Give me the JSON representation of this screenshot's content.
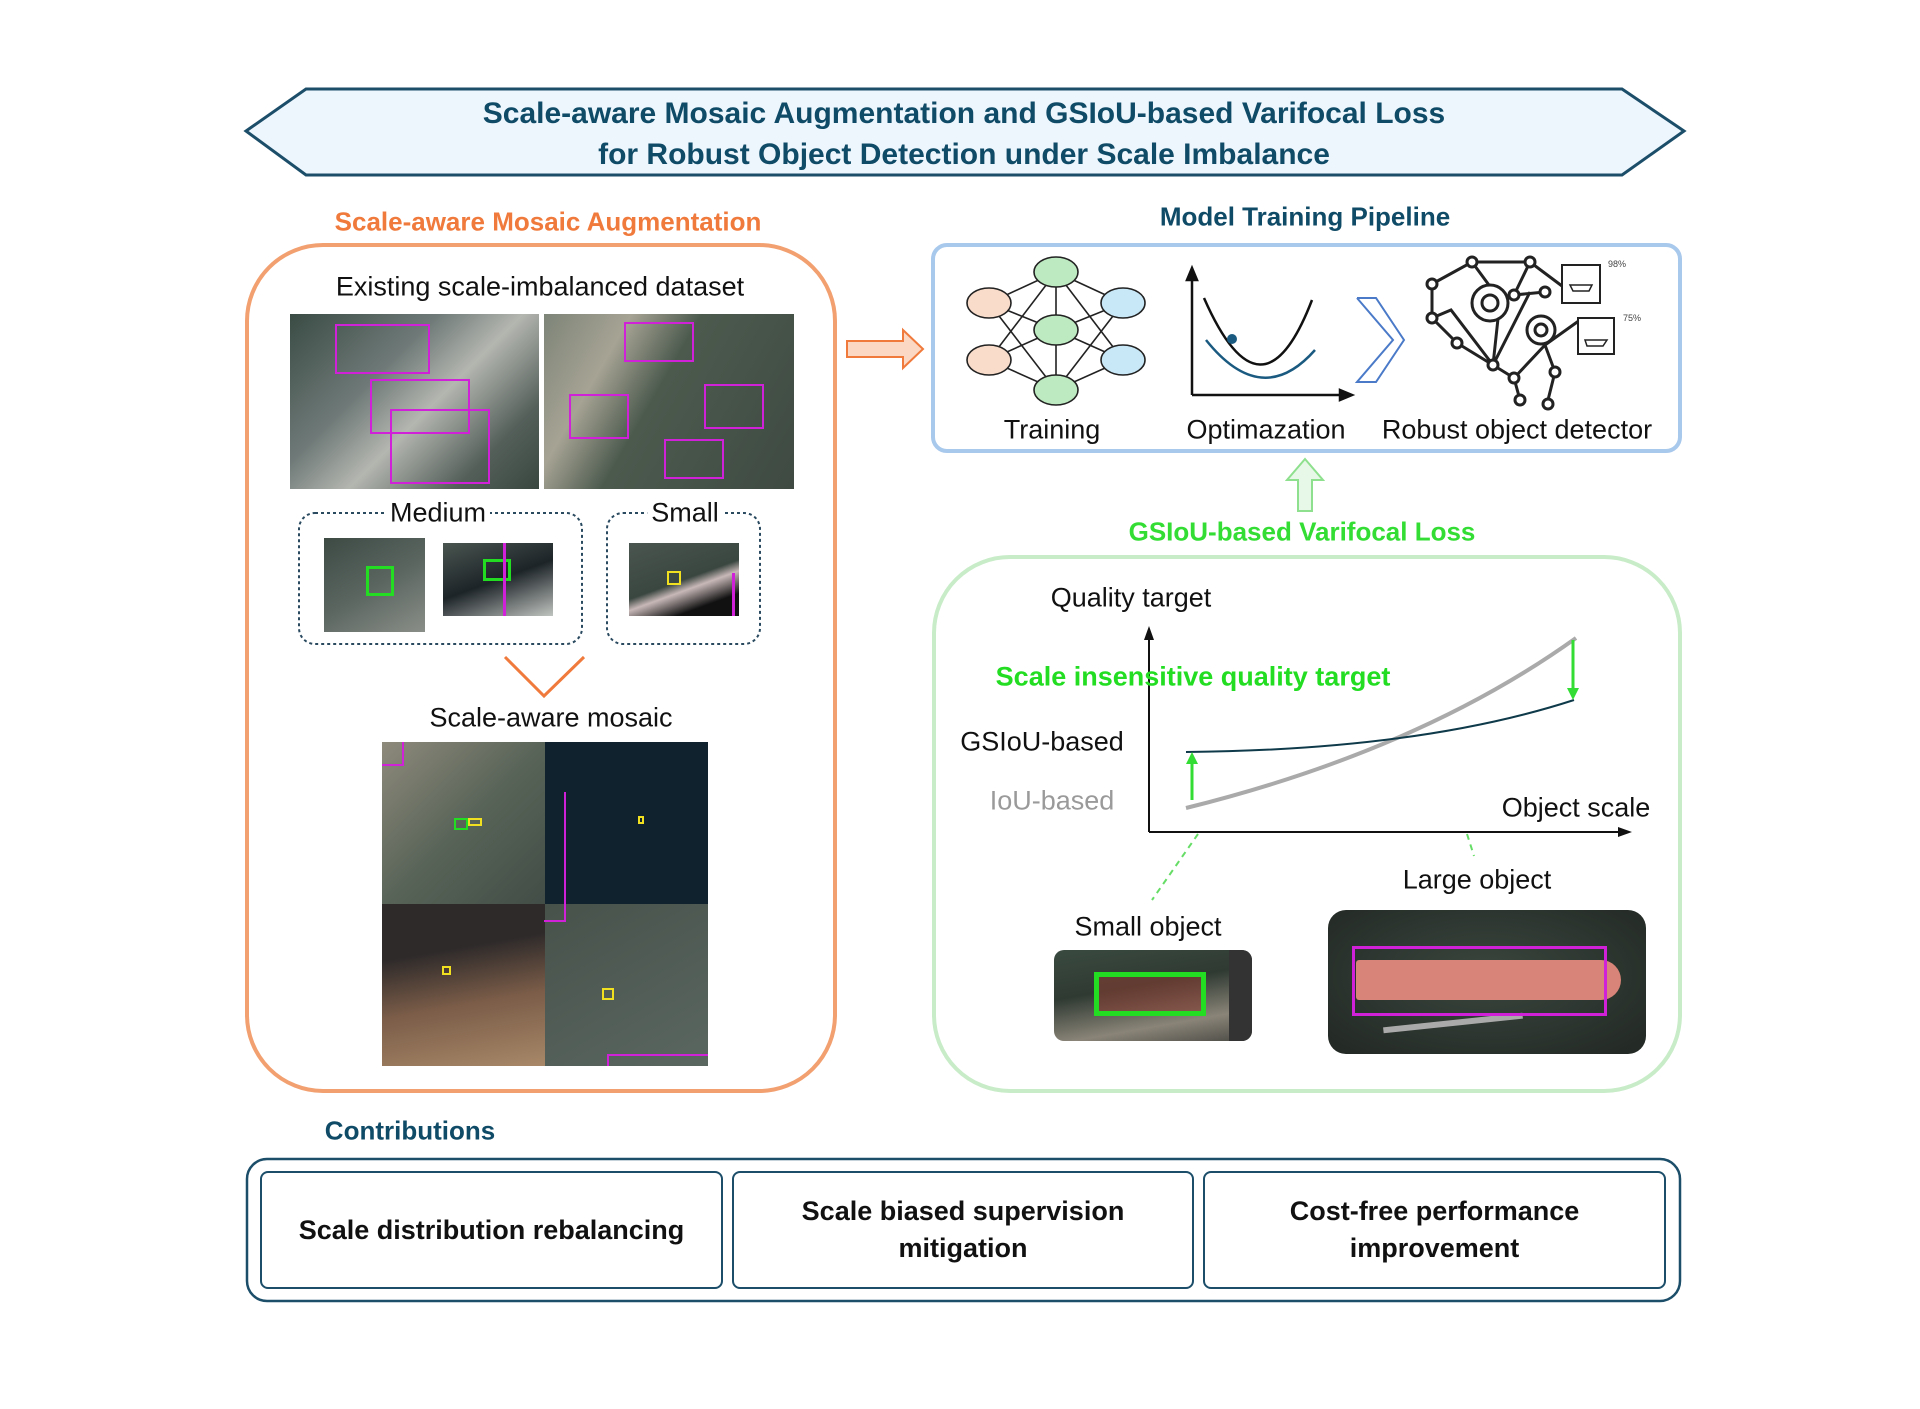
{
  "header": {
    "title_line1": "Scale-aware Mosaic Augmentation and GSIoU-based Varifocal Loss",
    "title_line2": "for Robust Object Detection under Scale Imbalance"
  },
  "mosaic_section": {
    "title": "Scale-aware Mosaic Augmentation",
    "dataset_label": "Existing scale-imbalanced dataset",
    "medium_label": "Medium",
    "small_label": "Small",
    "mosaic_label": "Scale-aware mosaic"
  },
  "pipeline_section": {
    "title": "Model Training Pipeline",
    "training_label": "Training",
    "optimization_label": "Optimazation",
    "detector_label": "Robust object detector",
    "detector_confidences": [
      "98%",
      "75%"
    ]
  },
  "loss_section": {
    "title": "GSIoU-based Varifocal Loss",
    "y_axis_label": "Quality target",
    "x_axis_label": "Object scale",
    "highlight_label": "Scale insensitive quality target",
    "gsiou_label": "GSIoU-based",
    "iou_label": "IoU-based",
    "small_object_label": "Small object",
    "large_object_label": "Large object"
  },
  "contributions": {
    "title": "Contributions",
    "items": [
      {
        "line1": "Scale distribution rebalancing",
        "line2": ""
      },
      {
        "line1": "Scale biased supervision",
        "line2": "mitigation"
      },
      {
        "line1": "Cost-free performance",
        "line2": "improvement"
      }
    ]
  },
  "colors": {
    "navy": "#0f4a66",
    "orange": "#f07a3c",
    "green": "#33dd33",
    "light_blue": "#a8c8ec",
    "light_green": "#c8ecc8",
    "iou_gray": "#9a9a9a"
  }
}
